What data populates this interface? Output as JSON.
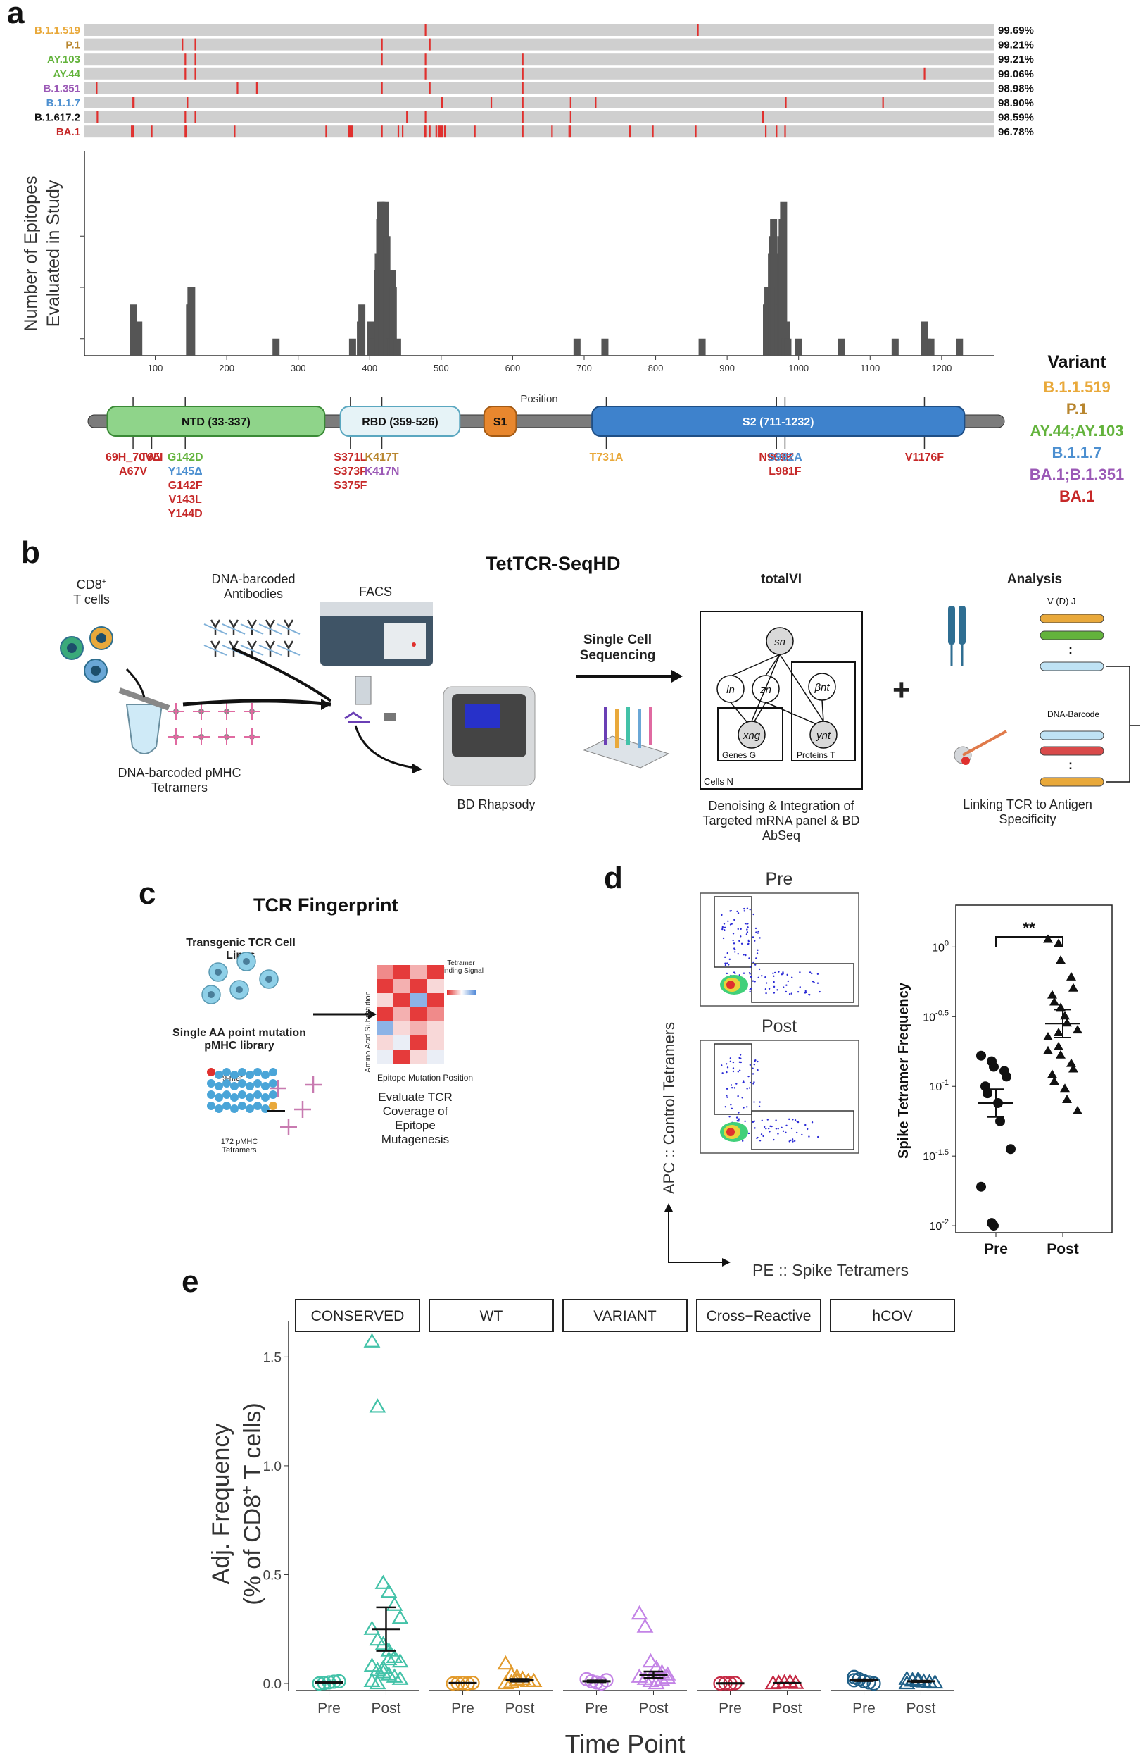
{
  "panels": {
    "a": "a",
    "b": "b",
    "c": "c",
    "d": "d",
    "e": "e"
  },
  "colors": {
    "track": "#cfcfcf",
    "mutation": "#e0302e",
    "bar": "#555555",
    "c_B11519": "#e9a93b",
    "c_P1": "#b8862f",
    "c_AY": "#63b33c",
    "c_B117": "#4c8fd0",
    "c_B1351": "#9b59b6",
    "c_BA1": "#c62828",
    "c_B16172": "#111111",
    "teal": "#43c2a8",
    "orange": "#e29a2b",
    "purple": "#c383e6",
    "red": "#c62a45",
    "darkblue": "#1f5f87"
  },
  "panel_a": {
    "tracks": [
      {
        "name": "B.1.1.519",
        "pct": "99.69%",
        "color": "#e9a93b",
        "mutations": [
          478,
          859
        ]
      },
      {
        "name": "P.1",
        "pct": "99.21%",
        "color": "#b8862f",
        "mutations": [
          138,
          156,
          417,
          484
        ]
      },
      {
        "name": "AY.103",
        "pct": "99.21%",
        "color": "#63b33c",
        "mutations": [
          142,
          156,
          417,
          478,
          614
        ]
      },
      {
        "name": "AY.44",
        "pct": "99.06%",
        "color": "#63b33c",
        "mutations": [
          142,
          156,
          478,
          614,
          1176
        ]
      },
      {
        "name": "B.1.351",
        "pct": "98.98%",
        "color": "#9b59b6",
        "mutations": [
          18,
          215,
          242,
          417,
          484,
          614
        ]
      },
      {
        "name": "B.1.1.7",
        "pct": "98.90%",
        "color": "#4c8fd0",
        "mutations": [
          69,
          70,
          145,
          501,
          570,
          614,
          681,
          716,
          982,
          1118
        ]
      },
      {
        "name": "B.1.617.2",
        "pct": "98.59%",
        "color": "#111111",
        "mutations": [
          19,
          142,
          156,
          452,
          478,
          614,
          681,
          950
        ]
      },
      {
        "name": "BA.1",
        "pct": "96.78%",
        "color": "#c62828",
        "mutations": [
          67,
          69,
          95,
          142,
          143,
          211,
          339,
          371,
          373,
          375,
          417,
          440,
          446,
          477,
          478,
          484,
          493,
          496,
          498,
          501,
          505,
          547,
          614,
          655,
          679,
          681,
          764,
          796,
          856,
          954,
          969,
          981
        ]
      }
    ],
    "chart_data": {
      "type": "bar",
      "title": "",
      "xlabel": "Position",
      "ylabel": "Number of Epitopes Evaluated in Study",
      "xlim": [
        1,
        1273
      ],
      "x_ticks": [
        100,
        200,
        300,
        400,
        500,
        600,
        700,
        800,
        900,
        1000,
        1100,
        1200
      ],
      "x": [
        69,
        77,
        148,
        149,
        150,
        151,
        269,
        376,
        387,
        389,
        401,
        403,
        411,
        412,
        414,
        415,
        417,
        419,
        422,
        424,
        425,
        428,
        430,
        432,
        433,
        439,
        690,
        729,
        865,
        955,
        957,
        960,
        962,
        963,
        965,
        967,
        969,
        971,
        973,
        975,
        977,
        979,
        981,
        983,
        985,
        1000,
        1060,
        1135,
        1176,
        1180,
        1185,
        1225
      ],
      "values": [
        3,
        2,
        3,
        3,
        4,
        4,
        1,
        1,
        2,
        3,
        2,
        1,
        5,
        6,
        8,
        9,
        9,
        8,
        9,
        7,
        4,
        1,
        1,
        5,
        4,
        1,
        1,
        1,
        1,
        3,
        4,
        3,
        6,
        7,
        8,
        6,
        5,
        4,
        3,
        7,
        8,
        9,
        1,
        2,
        1,
        1,
        1,
        1,
        2,
        1,
        1,
        1
      ],
      "ylim": [
        0,
        12
      ]
    },
    "domain_map": {
      "domains": [
        {
          "label": "NTD (33-337)",
          "start": 33,
          "end": 337,
          "fill": "#8fd48a",
          "stroke": "#3a8a36"
        },
        {
          "label": "RBD (359-526)",
          "start": 359,
          "end": 526,
          "fill": "#e6f3f7",
          "stroke": "#5aa7c0"
        },
        {
          "label": "S1",
          "start": 560,
          "end": 605,
          "fill": "#e8872e",
          "stroke": "#a35a14"
        },
        {
          "label": "S2 (711-1232)",
          "start": 711,
          "end": 1232,
          "fill": "#3e82cc",
          "stroke": "#1f4f86"
        }
      ],
      "mutation_labels": [
        {
          "pos": 69,
          "lines": [
            "69H_70VΔ",
            "A67V"
          ],
          "color": "#c62828"
        },
        {
          "pos": 95,
          "lines": [
            "T95I"
          ],
          "color": "#c62828"
        },
        {
          "pos": 142,
          "lines": [
            "G142D",
            "Y145Δ",
            "G142F",
            "V143L",
            "Y144D"
          ],
          "colors": [
            "#63b33c",
            "#4c8fd0",
            "#c62828",
            "#c62828",
            "#c62828"
          ]
        },
        {
          "pos": 373,
          "lines": [
            "S371L",
            "S373P",
            "S375F"
          ],
          "color": "#c62828"
        },
        {
          "pos": 417,
          "lines": [
            "K417T",
            "K417N"
          ],
          "colors": [
            "#b8862f",
            "#9b59b6"
          ]
        },
        {
          "pos": 731,
          "lines": [
            "T731A"
          ],
          "color": "#e9a93b"
        },
        {
          "pos": 969,
          "lines": [
            "N969K"
          ],
          "color": "#c62828"
        },
        {
          "pos": 981,
          "lines": [
            "S982A",
            "L981F"
          ],
          "colors": [
            "#4c8fd0",
            "#c62828"
          ]
        },
        {
          "pos": 1176,
          "lines": [
            "V1176F"
          ],
          "color": "#c62828"
        }
      ]
    },
    "legend": {
      "title": "Variant",
      "items": [
        {
          "label": "B.1.1.519",
          "color": "#e9a93b"
        },
        {
          "label": "P.1",
          "color": "#b8862f"
        },
        {
          "label": "AY.44;AY.103",
          "color": "#63b33c"
        },
        {
          "label": "B.1.1.7",
          "color": "#4c8fd0"
        },
        {
          "label": "BA.1;B.1.351",
          "color": "#9b59b6"
        },
        {
          "label": "BA.1",
          "color": "#c62828"
        }
      ]
    }
  },
  "panel_b": {
    "title": "TetTCR-SeqHD",
    "cd8": "CD8",
    "cd8_sup": "+",
    "t_cells": "T cells",
    "antibodies": "DNA-barcoded Antibodies",
    "facs": "FACS",
    "pmhc": "DNA-barcoded pMHC Tetramers",
    "rhapsody": "BD Rhapsody",
    "single_cell": "Single Cell Sequencing",
    "totalvi": "totalVI",
    "totalvi_caption": "Denoising & Integration of Targeted mRNA panel & BD AbSeq",
    "genes": "Genes G",
    "proteins": "Proteins T",
    "cells": "Cells N",
    "analysis": "Analysis",
    "vdj": "V    (D) J",
    "dna_barcode": "DNA-Barcode",
    "linking": "Linking TCR to Antigen Specificity",
    "plus": "+"
  },
  "panel_c": {
    "title": "TCR Fingerprint",
    "transgenic": "Transgenic TCR Cell Lines",
    "single_aa": "Single AA point mutation pMHC library",
    "ninemer": "9-mer",
    "pmhc172": "172 pMHC Tetramers",
    "heat_y": "Amino Acid Substitution",
    "heat_x": "Epitope Mutation Position",
    "heat_legend": "Tetramer Binding Signal",
    "evaluate": "Evaluate TCR Coverage of Epitope Mutagenesis"
  },
  "panel_d": {
    "pre": "Pre",
    "post": "Post",
    "y_axis": "APC :: Control Tetramers",
    "x_axis": "PE :: Spike Tetramers",
    "sig": "**",
    "chart_data": {
      "type": "scatter",
      "ylabel": "Spike Tetramer Frequency",
      "categories": [
        "Pre",
        "Post"
      ],
      "y_scale": "log10",
      "y_ticks": [
        "10^0",
        "10^-0.5",
        "10^-1",
        "10^-1.5",
        "10^-2"
      ],
      "ylim": [
        -2.05,
        0.3
      ],
      "series": [
        {
          "values": [
            -0.78,
            -0.82,
            -0.86,
            -0.89,
            -0.93,
            -1.0,
            -1.05,
            -1.12,
            -1.25,
            -1.45,
            -1.72,
            -1.98,
            -2.0
          ],
          "mean": -1.12,
          "sem": 0.1
        },
        {
          "values": [
            0.05,
            0.02,
            -0.1,
            -0.22,
            -0.3,
            -0.35,
            -0.4,
            -0.5,
            -0.55,
            -0.6,
            -0.65,
            -0.72,
            -0.78,
            -0.84,
            -0.88,
            -0.92,
            -0.97,
            -1.02,
            -1.1,
            -1.18,
            -0.75,
            -0.62,
            -0.44
          ],
          "mean": -0.55,
          "sem": 0.1
        }
      ]
    }
  },
  "panel_e": {
    "chart_data": {
      "type": "scatter",
      "xlabel": "Time Point",
      "ylabel": "Adj. Frequency (% of CD8+ T cells)",
      "ylim": [
        0,
        1.65
      ],
      "y_ticks": [
        "0.0",
        "0.5",
        "1.0",
        "1.5"
      ],
      "categories": [
        "Pre",
        "Post"
      ],
      "facets": [
        {
          "name": "CONSERVED",
          "color": "#43c2a8",
          "pre": [
            0.0,
            0.002,
            0.005,
            0.008,
            0.01,
            0.0,
            0.003
          ],
          "pre_mean": 0.005,
          "pre_sem": 0.003,
          "post": [
            1.57,
            1.27,
            0.46,
            0.42,
            0.36,
            0.3,
            0.25,
            0.2,
            0.18,
            0.15,
            0.12,
            0.1,
            0.08,
            0.06,
            0.05,
            0.04,
            0.03,
            0.02,
            0.01,
            0.0,
            0.07,
            0.11
          ],
          "post_mean": 0.25,
          "post_sem": 0.1
        },
        {
          "name": "WT",
          "color": "#e29a2b",
          "pre": [
            0.0,
            0.001,
            0.002,
            0.0,
            0.003
          ],
          "pre_mean": 0.002,
          "pre_sem": 0.001,
          "post": [
            0.09,
            0.04,
            0.03,
            0.02,
            0.01,
            0.01,
            0.0,
            0.005,
            0.015,
            0.02
          ],
          "post_mean": 0.015,
          "post_sem": 0.006
        },
        {
          "name": "VARIANT",
          "color": "#c383e6",
          "pre": [
            0.02,
            0.01,
            0.005,
            0.0,
            0.015
          ],
          "pre_mean": 0.01,
          "pre_sem": 0.004,
          "post": [
            0.32,
            0.26,
            0.1,
            0.07,
            0.05,
            0.04,
            0.03,
            0.02,
            0.01,
            0.0,
            0.015,
            0.025
          ],
          "post_mean": 0.04,
          "post_sem": 0.015
        },
        {
          "name": "Cross−Reactive",
          "color": "#c62a45",
          "pre": [
            0.0,
            0.001,
            0.0,
            0.002
          ],
          "pre_mean": 0.001,
          "pre_sem": 0.0005,
          "post": [
            0.0,
            0.002,
            0.004,
            0.006,
            0.001
          ],
          "post_mean": 0.002,
          "post_sem": 0.001
        },
        {
          "name": "hCOV",
          "color": "#1f5f87",
          "pre": [
            0.03,
            0.02,
            0.01,
            0.005,
            0.0,
            0.015
          ],
          "pre_mean": 0.015,
          "pre_sem": 0.004,
          "post": [
            0.02,
            0.015,
            0.01,
            0.008,
            0.005,
            0.003,
            0.0,
            0.012,
            0.018
          ],
          "post_mean": 0.01,
          "post_sem": 0.003
        }
      ]
    }
  }
}
